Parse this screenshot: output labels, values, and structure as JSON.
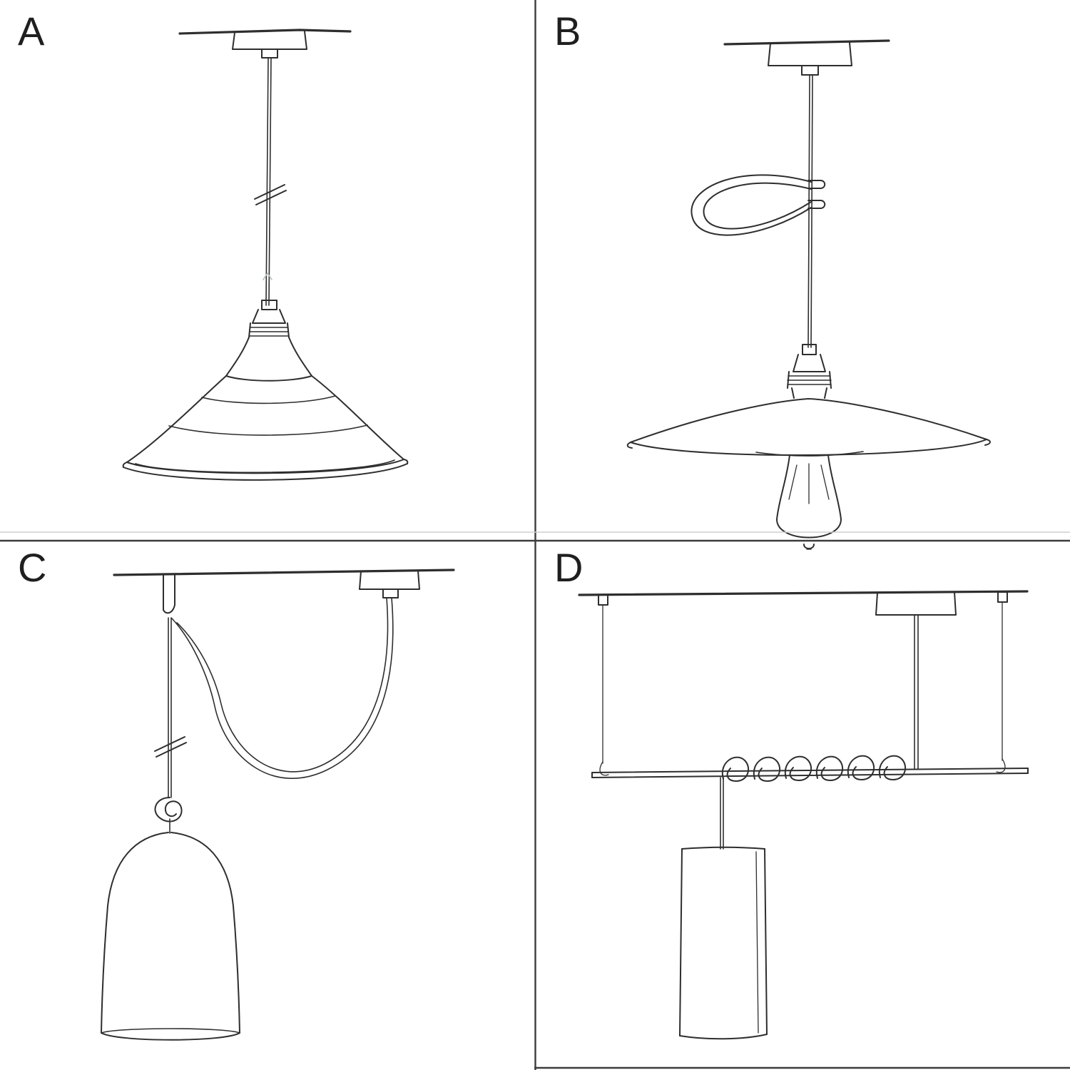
{
  "theme": {
    "background": "#ffffff",
    "ink": "#2e2e2e",
    "faint": "#b9beb9",
    "divider_dark": "#3c3c3c",
    "divider_light": "#cfcfcf"
  },
  "panels": [
    {
      "label": "A",
      "name": "pendant-with-industrial-shade"
    },
    {
      "label": "B",
      "name": "pendant-with-flat-plate-shade-and-cable-loop"
    },
    {
      "label": "C",
      "name": "swag-pendant-with-bell-shade"
    },
    {
      "label": "D",
      "name": "bar-suspension-with-tube-shade"
    }
  ]
}
